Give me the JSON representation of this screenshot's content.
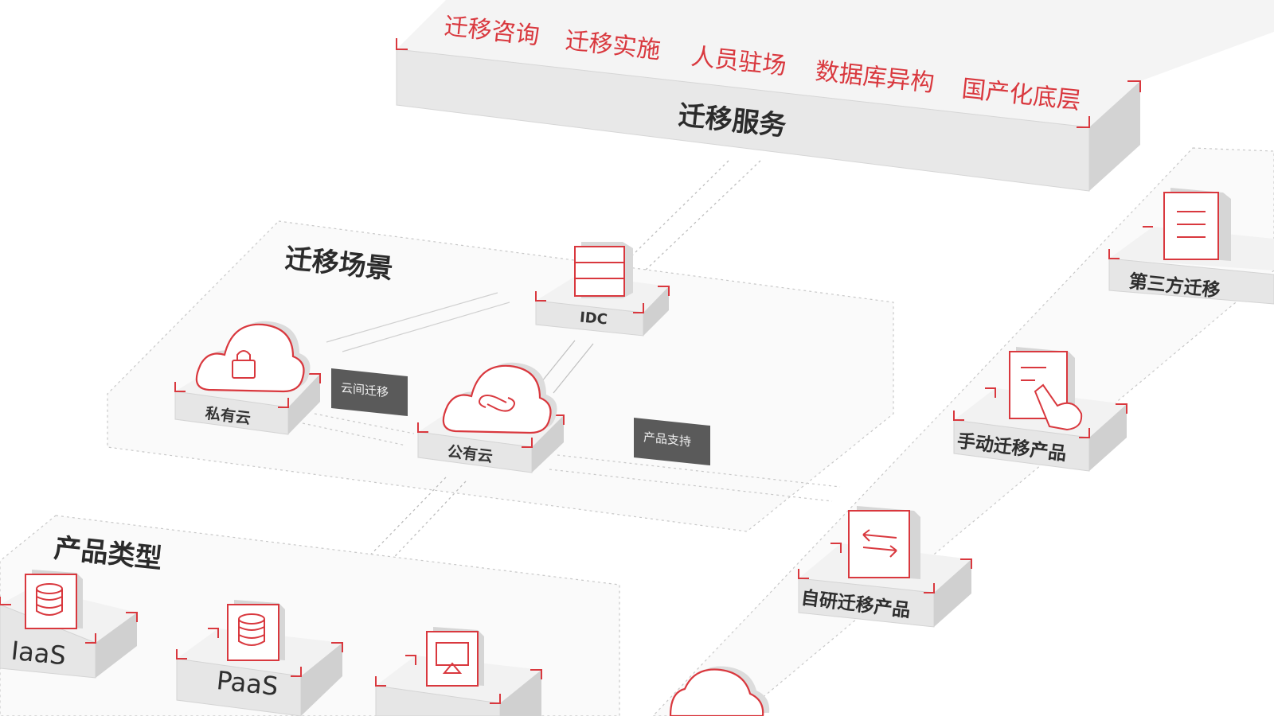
{
  "service": {
    "title": "迁移服务",
    "items": [
      "迁移咨询",
      "迁移实施",
      "人员驻场",
      "数据库异构",
      "国产化底层"
    ]
  },
  "scene": {
    "title": "迁移场景",
    "idc": "IDC",
    "private_cloud": "私有云",
    "public_cloud": "公有云",
    "tag_cloud_migration": "云间迁移",
    "tag_product_support": "产品支持"
  },
  "tools": {
    "third_party": "第三方迁移",
    "manual": "手动迁移产品",
    "self_developed": "自研迁移产品"
  },
  "product_types": {
    "title": "产品类型",
    "iaas": "IaaS",
    "paas": "PaaS"
  },
  "colors": {
    "accent": "#d9383e",
    "box_top": "#f3f3f3",
    "box_side": "#dddddd",
    "tag_bg": "#5a5a5a"
  }
}
